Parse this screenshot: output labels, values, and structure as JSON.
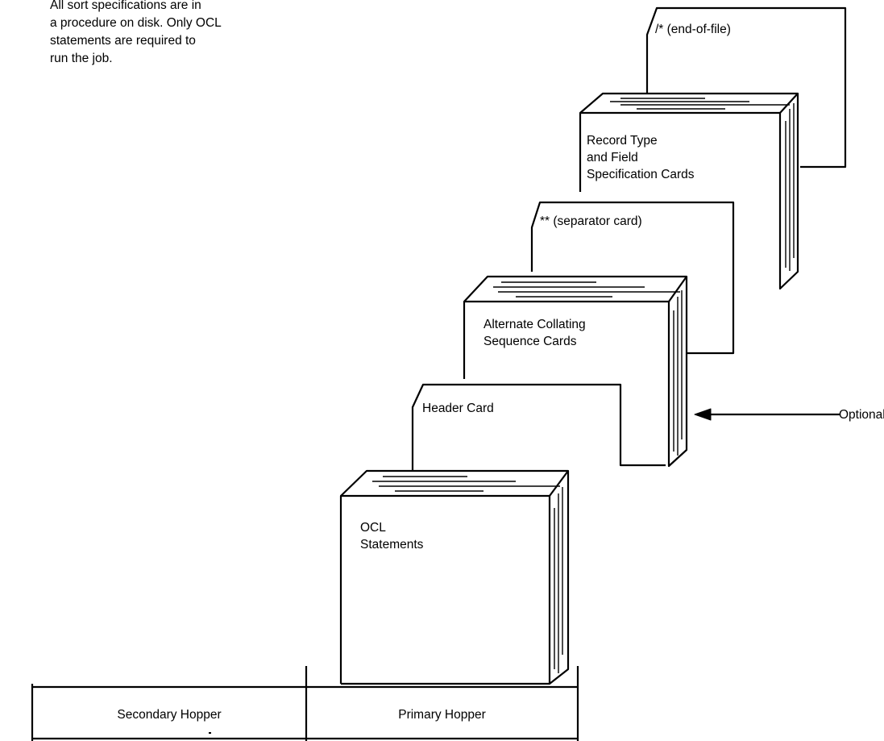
{
  "intro_text": "All sort specifications are in\na procedure on disk.  Only OCL\nstatements are required to\nrun the job.",
  "cards": {
    "end_of_file": "/* (end-of-file)",
    "record_type_field_spec": "Record Type\nand Field\nSpecification Cards",
    "separator": "** (separator card)",
    "alternate_collating": "Alternate Collating\nSequence Cards",
    "header": "Header Card",
    "ocl_statements": "OCL\nStatements"
  },
  "optional_label": "Optional",
  "hoppers": {
    "secondary": "Secondary Hopper",
    "primary": "Primary Hopper"
  }
}
